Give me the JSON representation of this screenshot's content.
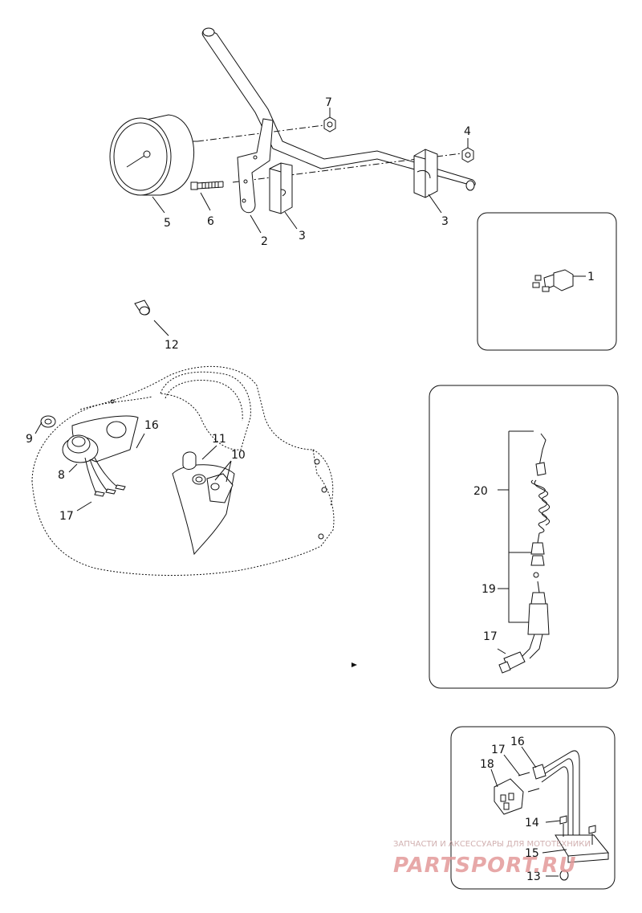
{
  "callouts": {
    "c1": "1",
    "c2": "2",
    "c3a": "3",
    "c3b": "3",
    "c4": "4",
    "c5": "5",
    "c6": "6",
    "c7": "7",
    "c8": "8",
    "c9": "9",
    "c10": "10",
    "c11": "11",
    "c12": "12",
    "c13": "13",
    "c14": "14",
    "c15": "15",
    "c16a": "16",
    "c16b": "16",
    "c17a": "17",
    "c17b": "17",
    "c17c": "17",
    "c18": "18",
    "c19": "19",
    "c20": "20"
  },
  "watermark": {
    "caption": "ЗАПЧАСТИ И АКСЕССУАРЫ ДЛЯ МОТОТЕХНИКИ",
    "brand": "PARTSPORT.RU"
  }
}
